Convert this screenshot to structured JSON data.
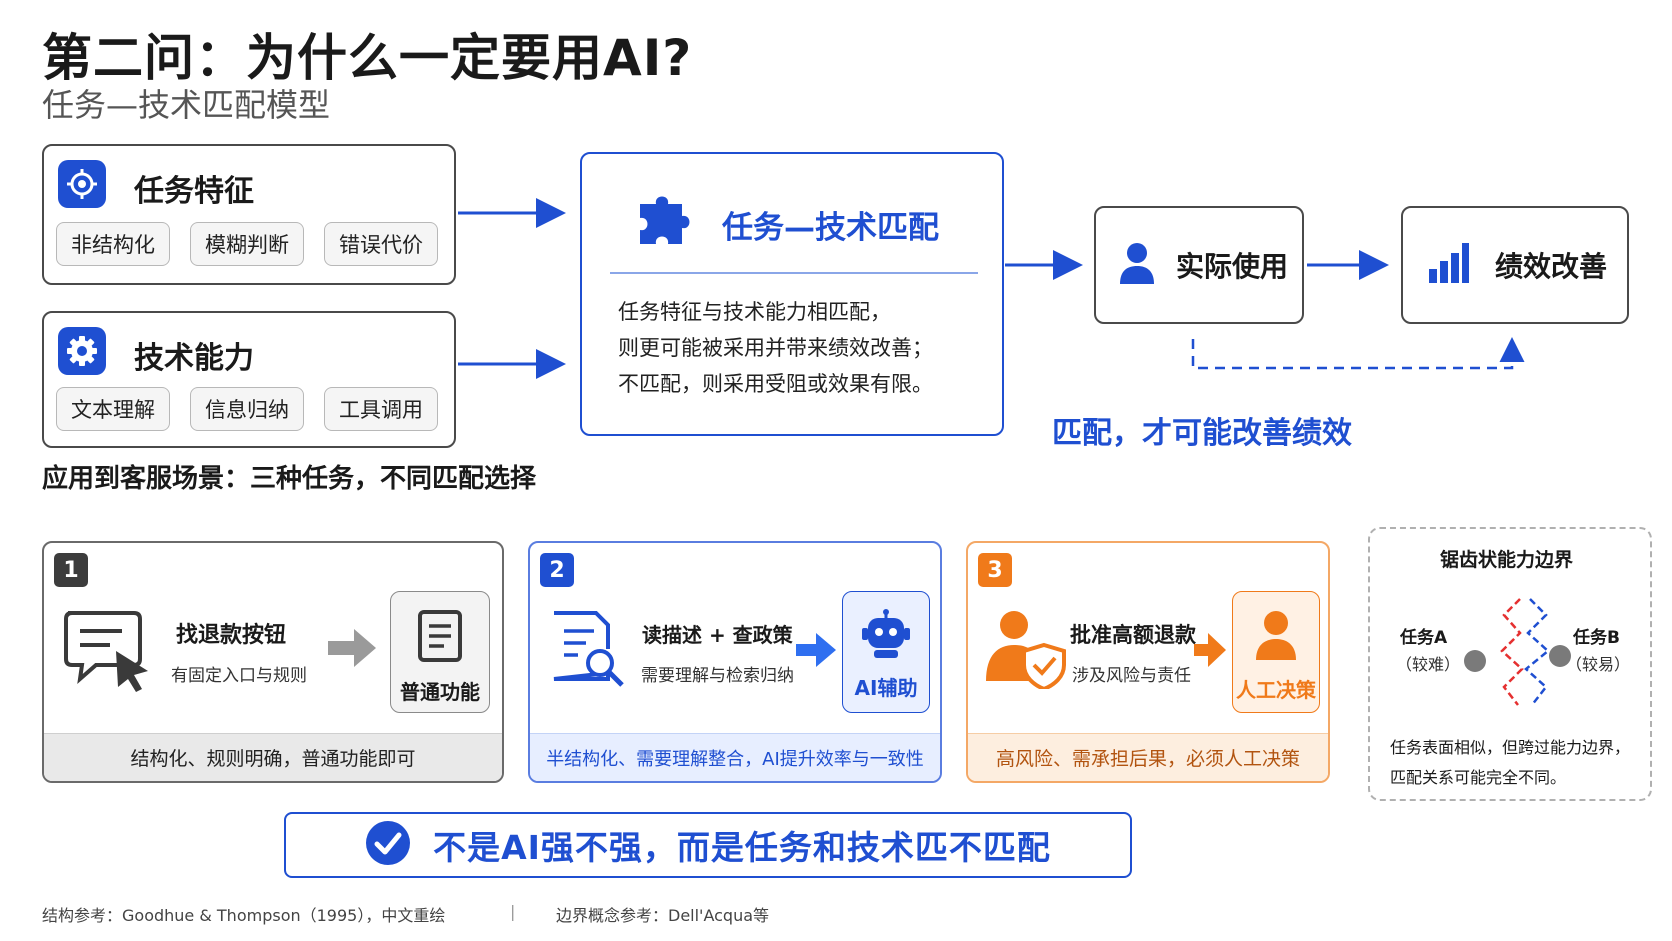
{
  "header": {
    "title": "第二问：为什么一定要用AI?",
    "subtitle": "任务—技术匹配模型"
  },
  "task_features": {
    "title": "任务特征",
    "icon": "target-icon",
    "chips": [
      "非结构化",
      "模糊判断",
      "错误代价"
    ]
  },
  "tech_capability": {
    "title": "技术能力",
    "icon": "gear-icon",
    "chips": [
      "文本理解",
      "信息归纳",
      "工具调用"
    ]
  },
  "match": {
    "title": "任务—技术匹配",
    "icon": "puzzle-icon",
    "lines": [
      "任务特征与技术能力相匹配，",
      "则更可能被采用并带来绩效改善；",
      "不匹配，则采用受阻或效果有限。"
    ]
  },
  "flow": {
    "actual_use": "实际使用",
    "performance": "绩效改善",
    "note": "匹配，才可能改善绩效"
  },
  "section": {
    "title": "应用到客服场景：三种任务，不同匹配选择"
  },
  "scenarios": [
    {
      "num": "1",
      "title": "找退款按钮",
      "desc": "有固定入口与规则",
      "result": "普通功能",
      "footer": "结构化、规则明确，普通功能即可",
      "color": "#3c3c3c"
    },
    {
      "num": "2",
      "title": "读描述 + 查政策",
      "desc": "需要理解与检索归纳",
      "result": "AI辅助",
      "footer": "半结构化、需要理解整合，AI提升效率与一致性",
      "color": "#1f4fd1"
    },
    {
      "num": "3",
      "title": "批准高额退款",
      "desc": "涉及风险与责任",
      "result": "人工决策",
      "footer": "高风险、需承担后果，必须人工决策",
      "color": "#f07a1a"
    }
  ],
  "edge": {
    "title": "锯齿状能力边界",
    "task_a": "任务A",
    "task_a_note": "（较难）",
    "task_b": "任务B",
    "task_b_note": "（较易）",
    "caption_lines": [
      "任务表面相似，但跨过能力边界，",
      "匹配关系可能完全不同。"
    ]
  },
  "banner": {
    "text": "不是AI强不强，而是任务和技术匹不匹配"
  },
  "footnotes": {
    "left": "结构参考：Goodhue & Thompson（1995），中文重绘",
    "separator": "|",
    "right": "边界概念参考：Dell'Acqua等"
  },
  "colors": {
    "blue": "#1f4fd1",
    "orange": "#f07a1a",
    "dark": "#3c3c3c"
  }
}
